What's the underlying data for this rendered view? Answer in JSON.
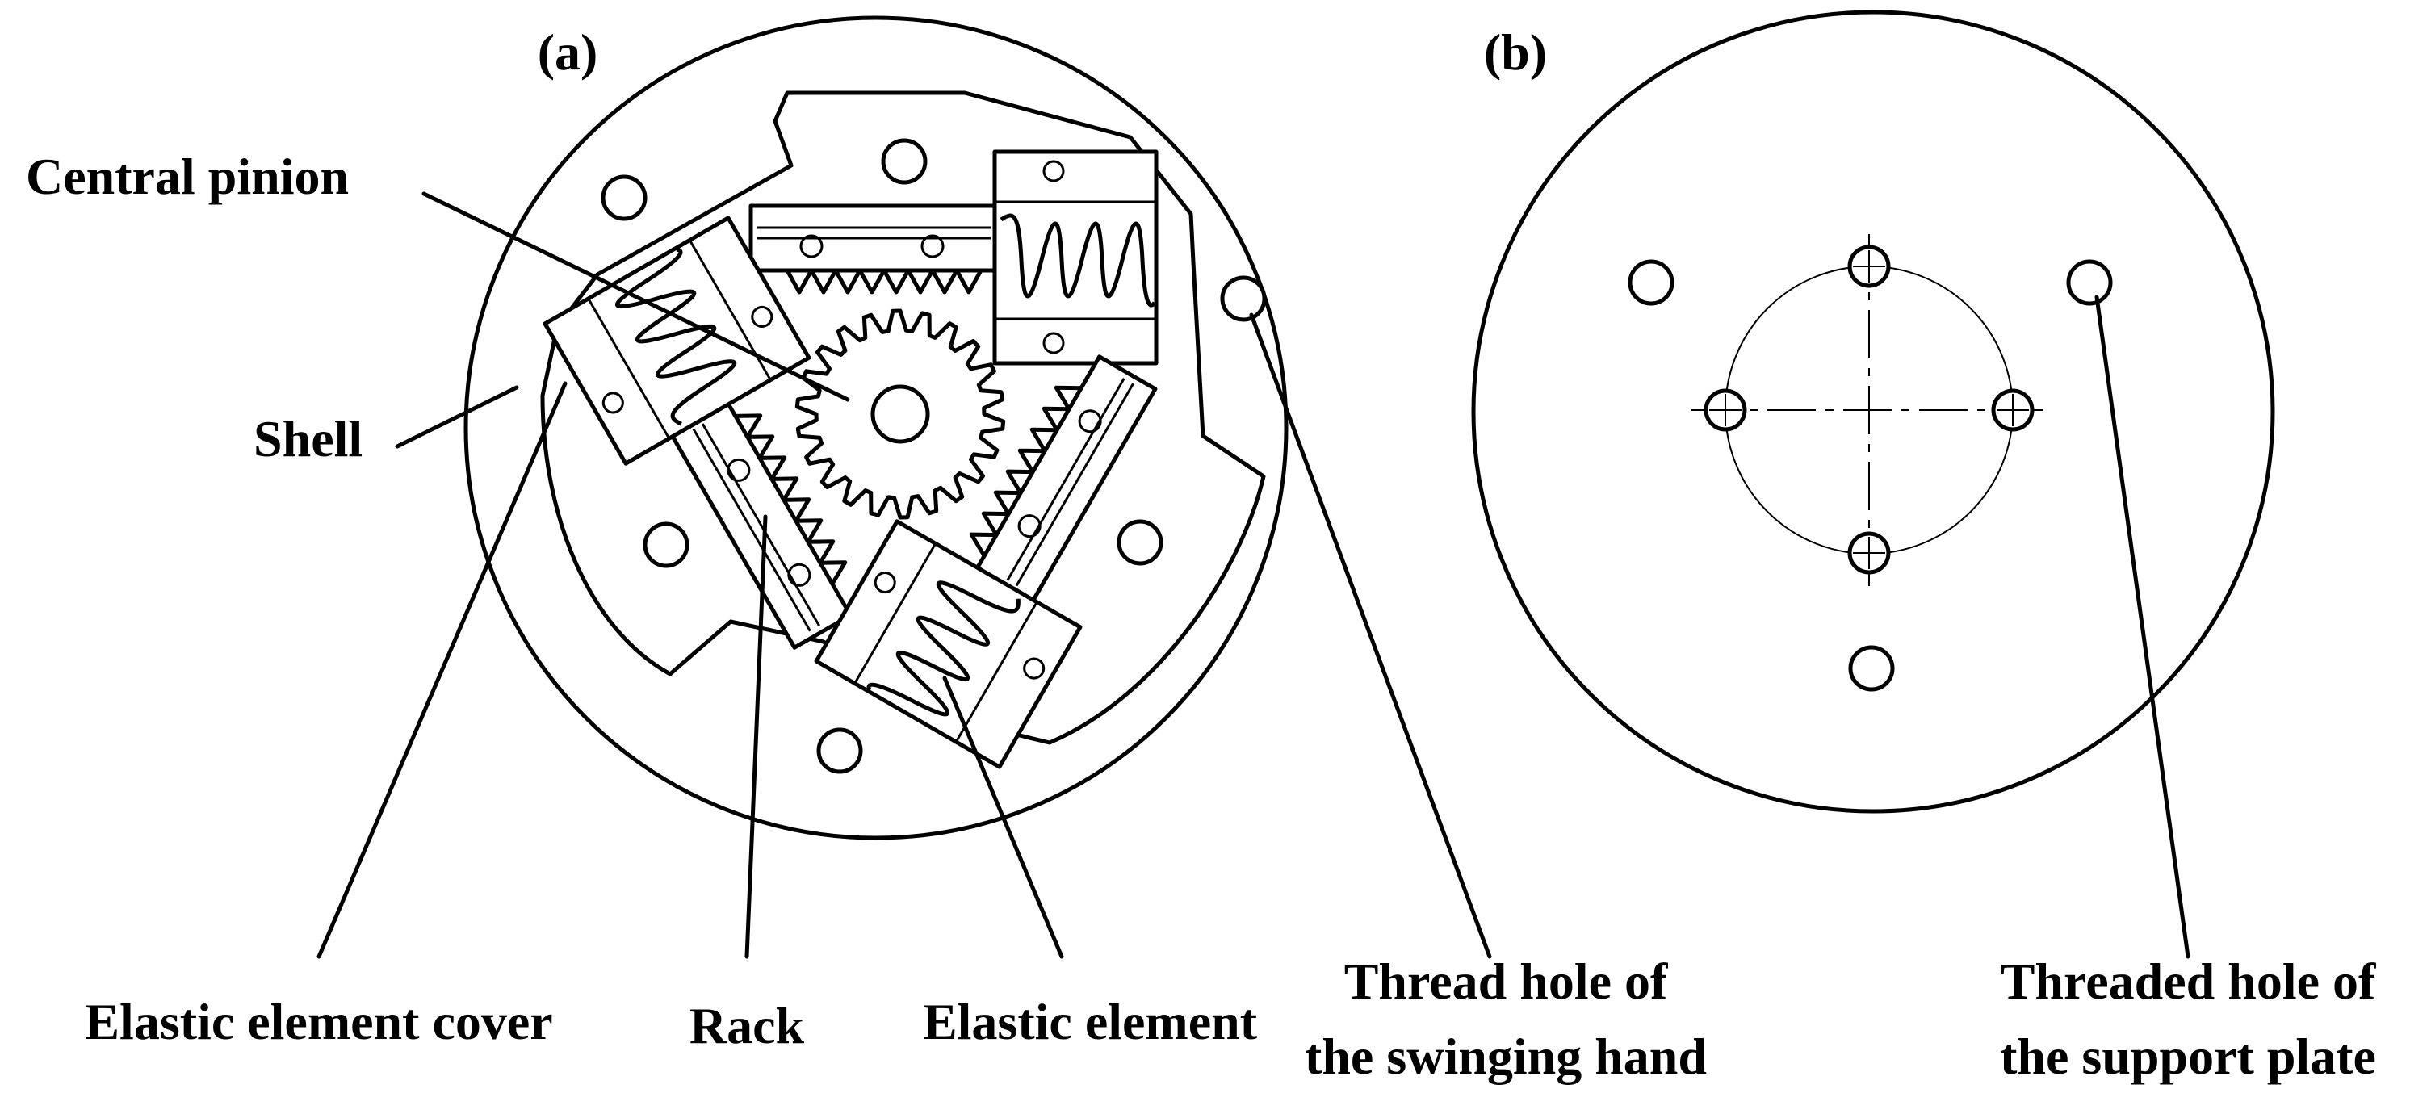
{
  "panels": {
    "a": {
      "tag": "(a)"
    },
    "b": {
      "tag": "(b)"
    }
  },
  "labels": {
    "central_pinion": "Central pinion",
    "shell": "Shell",
    "elastic_element_cover": "Elastic element cover",
    "rack": "Rack",
    "elastic_element": "Elastic element",
    "thread_hole_swinging_hand_line1": "Thread hole of",
    "thread_hole_swinging_hand_line2": "the swinging hand",
    "threaded_hole_support_plate_line1": "Threaded hole of",
    "threaded_hole_support_plate_line2": "the support plate"
  }
}
